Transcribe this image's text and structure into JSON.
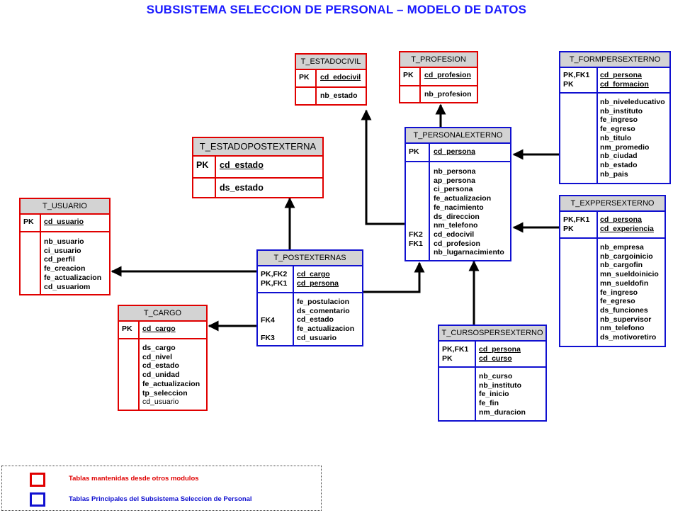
{
  "title": "SUBSISTEMA SELECCION DE PERSONAL – MODELO DE DATOS",
  "colors": {
    "maintained": "#e00000",
    "principal": "#1010d0",
    "title": "#1a1aff"
  },
  "tables": {
    "estadocivil": {
      "name": "T_ESTADOCIVIL",
      "pk_keys": "PK",
      "pk_fields": [
        "cd_edocivil"
      ],
      "attr_keys": "",
      "attr_fields": [
        "nb_estado"
      ]
    },
    "profesion": {
      "name": "T_PROFESION",
      "pk_keys": "PK",
      "pk_fields": [
        "cd_profesion"
      ],
      "attr_keys": "",
      "attr_fields": [
        "nb_profesion"
      ]
    },
    "formpersexterno": {
      "name": "T_FORMPERSEXTERNO",
      "pk_keys": [
        "PK,FK1",
        "PK"
      ],
      "pk_fields": [
        "cd_persona",
        "cd_formacion"
      ],
      "attr_fields": [
        "nb_niveleducativo",
        "nb_instituto",
        "fe_ingreso",
        "fe_egreso",
        "nb_titulo",
        "nm_promedio",
        "nb_ciudad",
        "nb_estado",
        "nb_pais"
      ]
    },
    "estadopostexterna": {
      "name": "T_ESTADOPOSTEXTERNA",
      "pk_keys": "PK",
      "pk_fields": [
        "cd_estado"
      ],
      "attr_fields": [
        "ds_estado"
      ]
    },
    "personalexterno": {
      "name": "T_PERSONALEXTERNO",
      "pk_keys": "PK",
      "pk_fields": [
        "cd_persona"
      ],
      "attr_keys": [
        "FK2",
        "FK1"
      ],
      "attr_fields": [
        "nb_persona",
        "ap_persona",
        "ci_persona",
        "fe_actualizacion",
        "fe_nacimiento",
        "ds_direccion",
        "nm_telefono",
        "cd_edocivil",
        "cd_profesion",
        "nb_lugarnacimiento"
      ]
    },
    "usuario": {
      "name": "T_USUARIO",
      "pk_keys": "PK",
      "pk_fields": [
        "cd_usuario"
      ],
      "attr_fields": [
        "nb_usuario",
        "ci_usuario",
        "cd_perfil",
        "fe_creacion",
        "fe_actualizacion",
        "cd_usuariom"
      ]
    },
    "exppersexterno": {
      "name": "T_EXPPERSEXTERNO",
      "pk_keys": [
        "PK,FK1",
        "PK"
      ],
      "pk_fields": [
        "cd_persona",
        "cd_experiencia"
      ],
      "attr_fields": [
        "nb_empresa",
        "nb_cargoinicio",
        "nb_cargofin",
        "mn_sueldoinicio",
        "mn_sueldofin",
        "fe_ingreso",
        "fe_egreso",
        "ds_funciones",
        "nb_supervisor",
        "nm_telefono",
        "ds_motivoretiro"
      ]
    },
    "postexternas": {
      "name": "T_POSTEXTERNAS",
      "pk_keys": [
        "PK,FK2",
        "PK,FK1"
      ],
      "pk_fields": [
        "cd_cargo",
        "cd_persona"
      ],
      "attr_keys": [
        "FK4",
        "FK3"
      ],
      "attr_fields": [
        "fe_postulacion",
        "ds_comentario",
        "cd_estado",
        "fe_actualizacion",
        "cd_usuario"
      ]
    },
    "cargo": {
      "name": "T_CARGO",
      "pk_keys": "PK",
      "pk_fields": [
        "cd_cargo"
      ],
      "attr_fields": [
        "ds_cargo",
        "cd_nivel",
        "cd_estado",
        "cd_unidad",
        "fe_actualizacion",
        "tp_seleccion",
        "cd_usuario"
      ]
    },
    "cursospersexterno": {
      "name": "T_CURSOSPERSEXTERNO",
      "pk_keys": [
        "PK,FK1",
        "PK"
      ],
      "pk_fields": [
        "cd_persona",
        "cd_curso"
      ],
      "attr_fields": [
        "nb_curso",
        "nb_instituto",
        "fe_inicio",
        "fe_fin",
        "nm_duracion"
      ]
    }
  },
  "legend": {
    "maintained": "Tablas mantenidas desde otros modulos",
    "principal": "Tablas Principales del Subsistema Seleccion de Personal"
  }
}
